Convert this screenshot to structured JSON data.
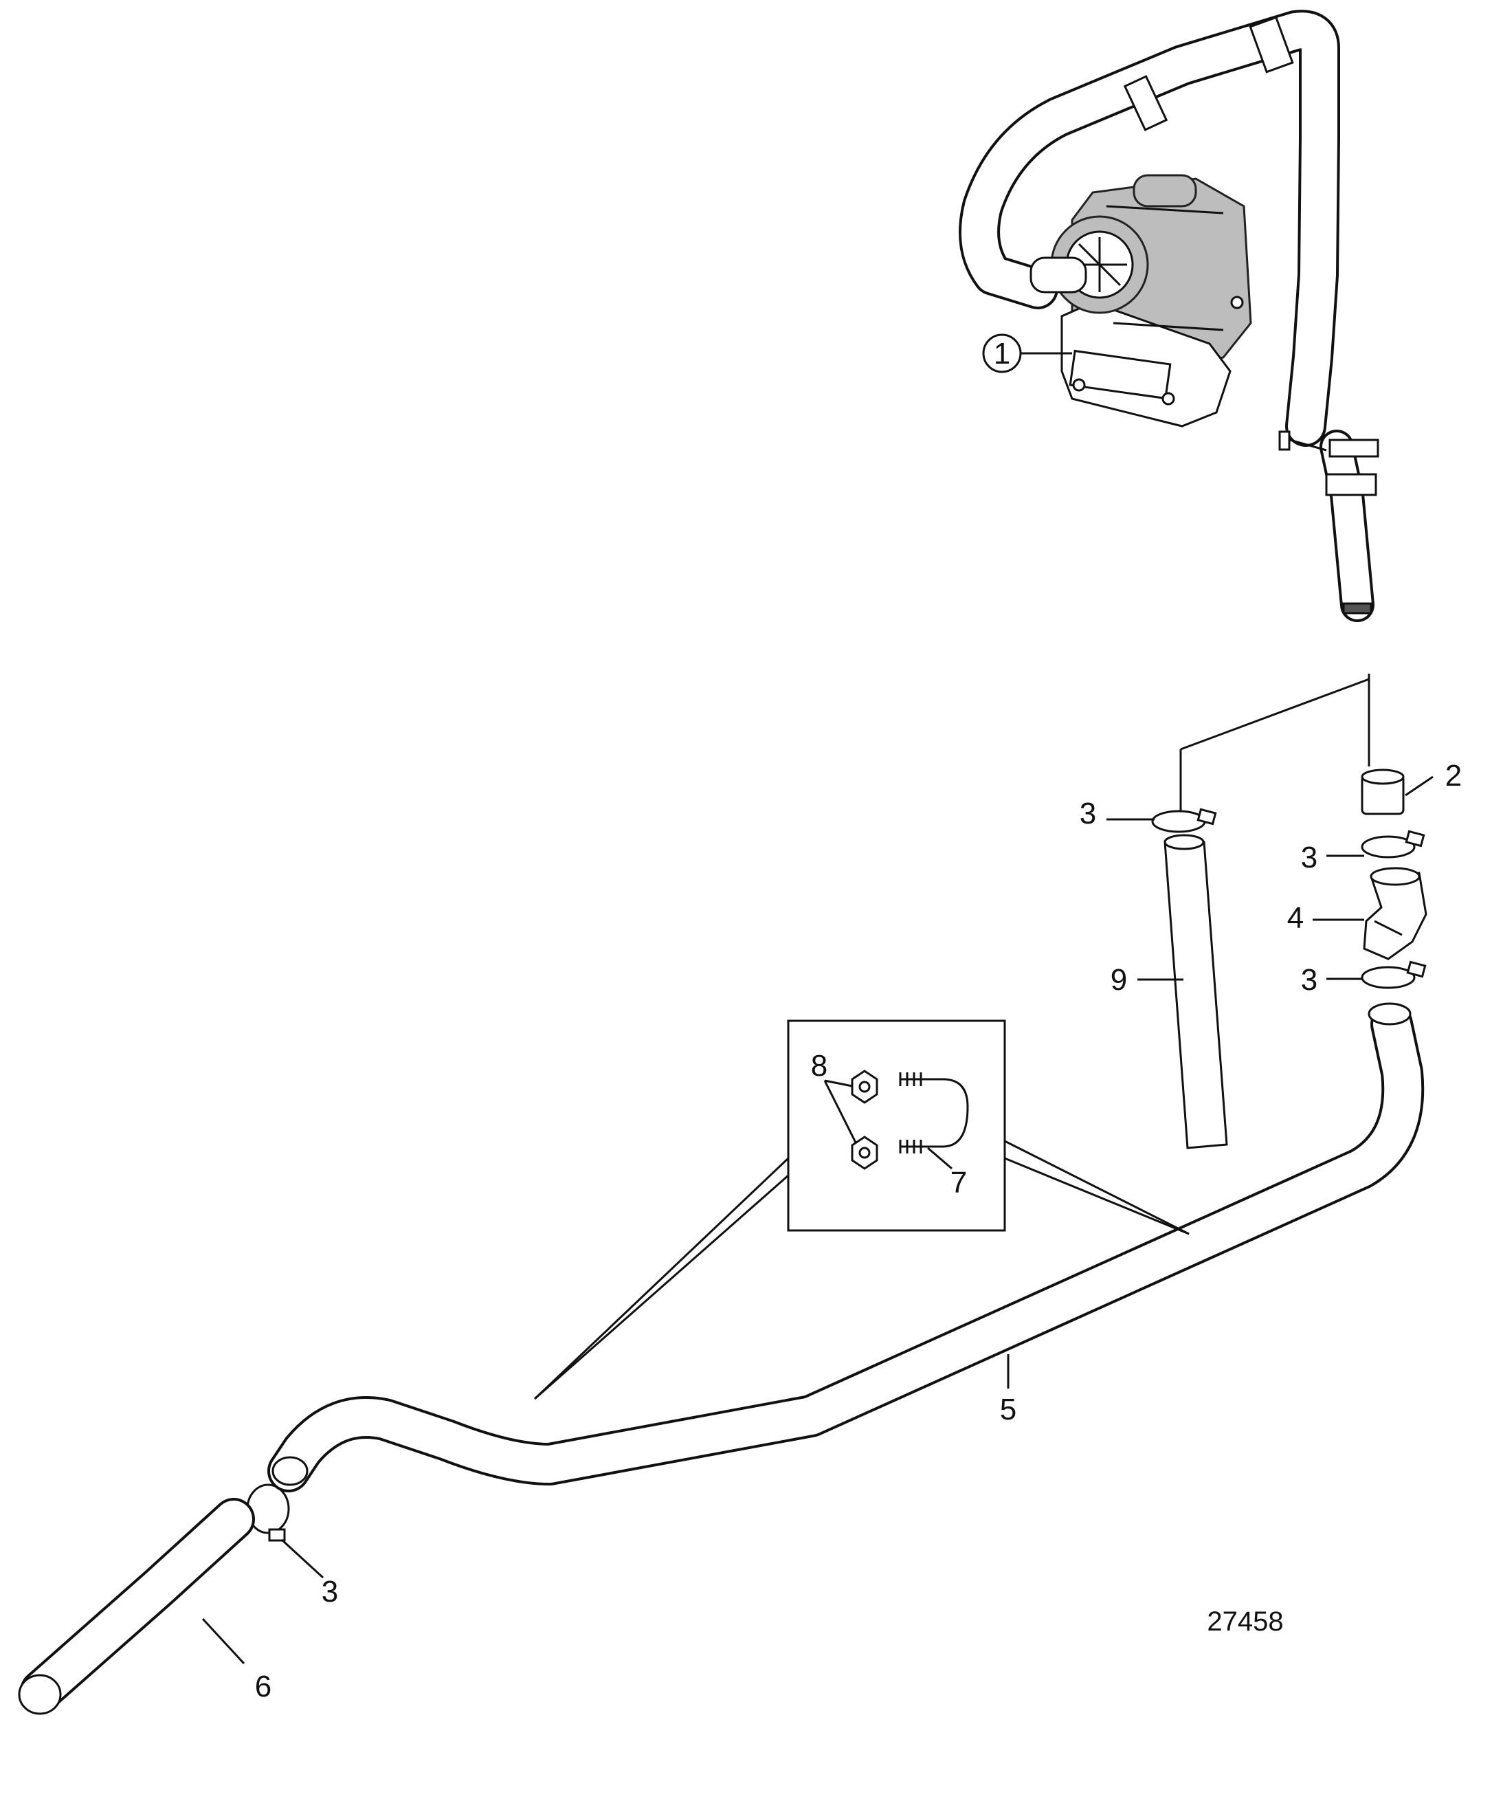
{
  "figure_number": "27458",
  "callouts": [
    {
      "id": "c1",
      "label": "1",
      "circled": true
    },
    {
      "id": "c2",
      "label": "2"
    },
    {
      "id": "c3a",
      "label": "3"
    },
    {
      "id": "c3b",
      "label": "3"
    },
    {
      "id": "c3c",
      "label": "3"
    },
    {
      "id": "c3d",
      "label": "3"
    },
    {
      "id": "c4",
      "label": "4"
    },
    {
      "id": "c5",
      "label": "5"
    },
    {
      "id": "c6",
      "label": "6"
    },
    {
      "id": "c7",
      "label": "7"
    },
    {
      "id": "c8",
      "label": "8"
    },
    {
      "id": "c9",
      "label": "9"
    }
  ],
  "colors": {
    "line": "#111111",
    "background": "#ffffff",
    "pump_shade": "#bdbdbd"
  }
}
